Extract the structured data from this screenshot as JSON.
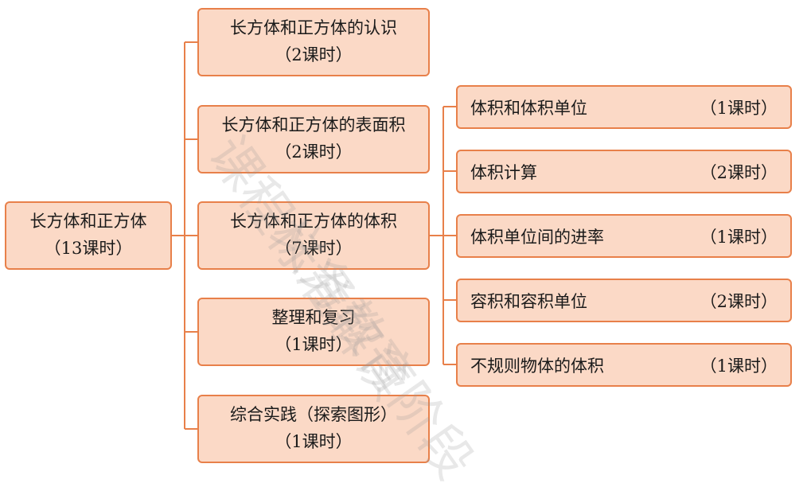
{
  "root": {
    "line1": "长方体和正方体",
    "line2": "（13课时）"
  },
  "units": [
    {
      "line1": "长方体和正方体的认识",
      "line2": "（2课时）"
    },
    {
      "line1": "长方体和正方体的表面积",
      "line2": "（2课时）"
    },
    {
      "line1": "长方体和正方体的体积",
      "line2": "（7课时）"
    },
    {
      "line1": "整理和复习",
      "line2": "（1课时）"
    },
    {
      "line1": "综合实践（探索图形）",
      "line2": "（1课时）"
    }
  ],
  "volume_topics": [
    {
      "title": "体积和体积单位",
      "hours": "（1课时）"
    },
    {
      "title": "体积计算",
      "hours": "（2课时）"
    },
    {
      "title": "体积单位间的进率",
      "hours": "（1课时）"
    },
    {
      "title": "容积和容积单位",
      "hours": "（2课时）"
    },
    {
      "title": "不规则物体的体积",
      "hours": "（1课时）"
    }
  ],
  "watermark": {
    "line1": "义务教育阶段",
    "line2": "课程标准解读"
  },
  "colors": {
    "box_fill": "#fbd9c6",
    "box_border": "#e8804a",
    "connector": "#e8804a"
  }
}
